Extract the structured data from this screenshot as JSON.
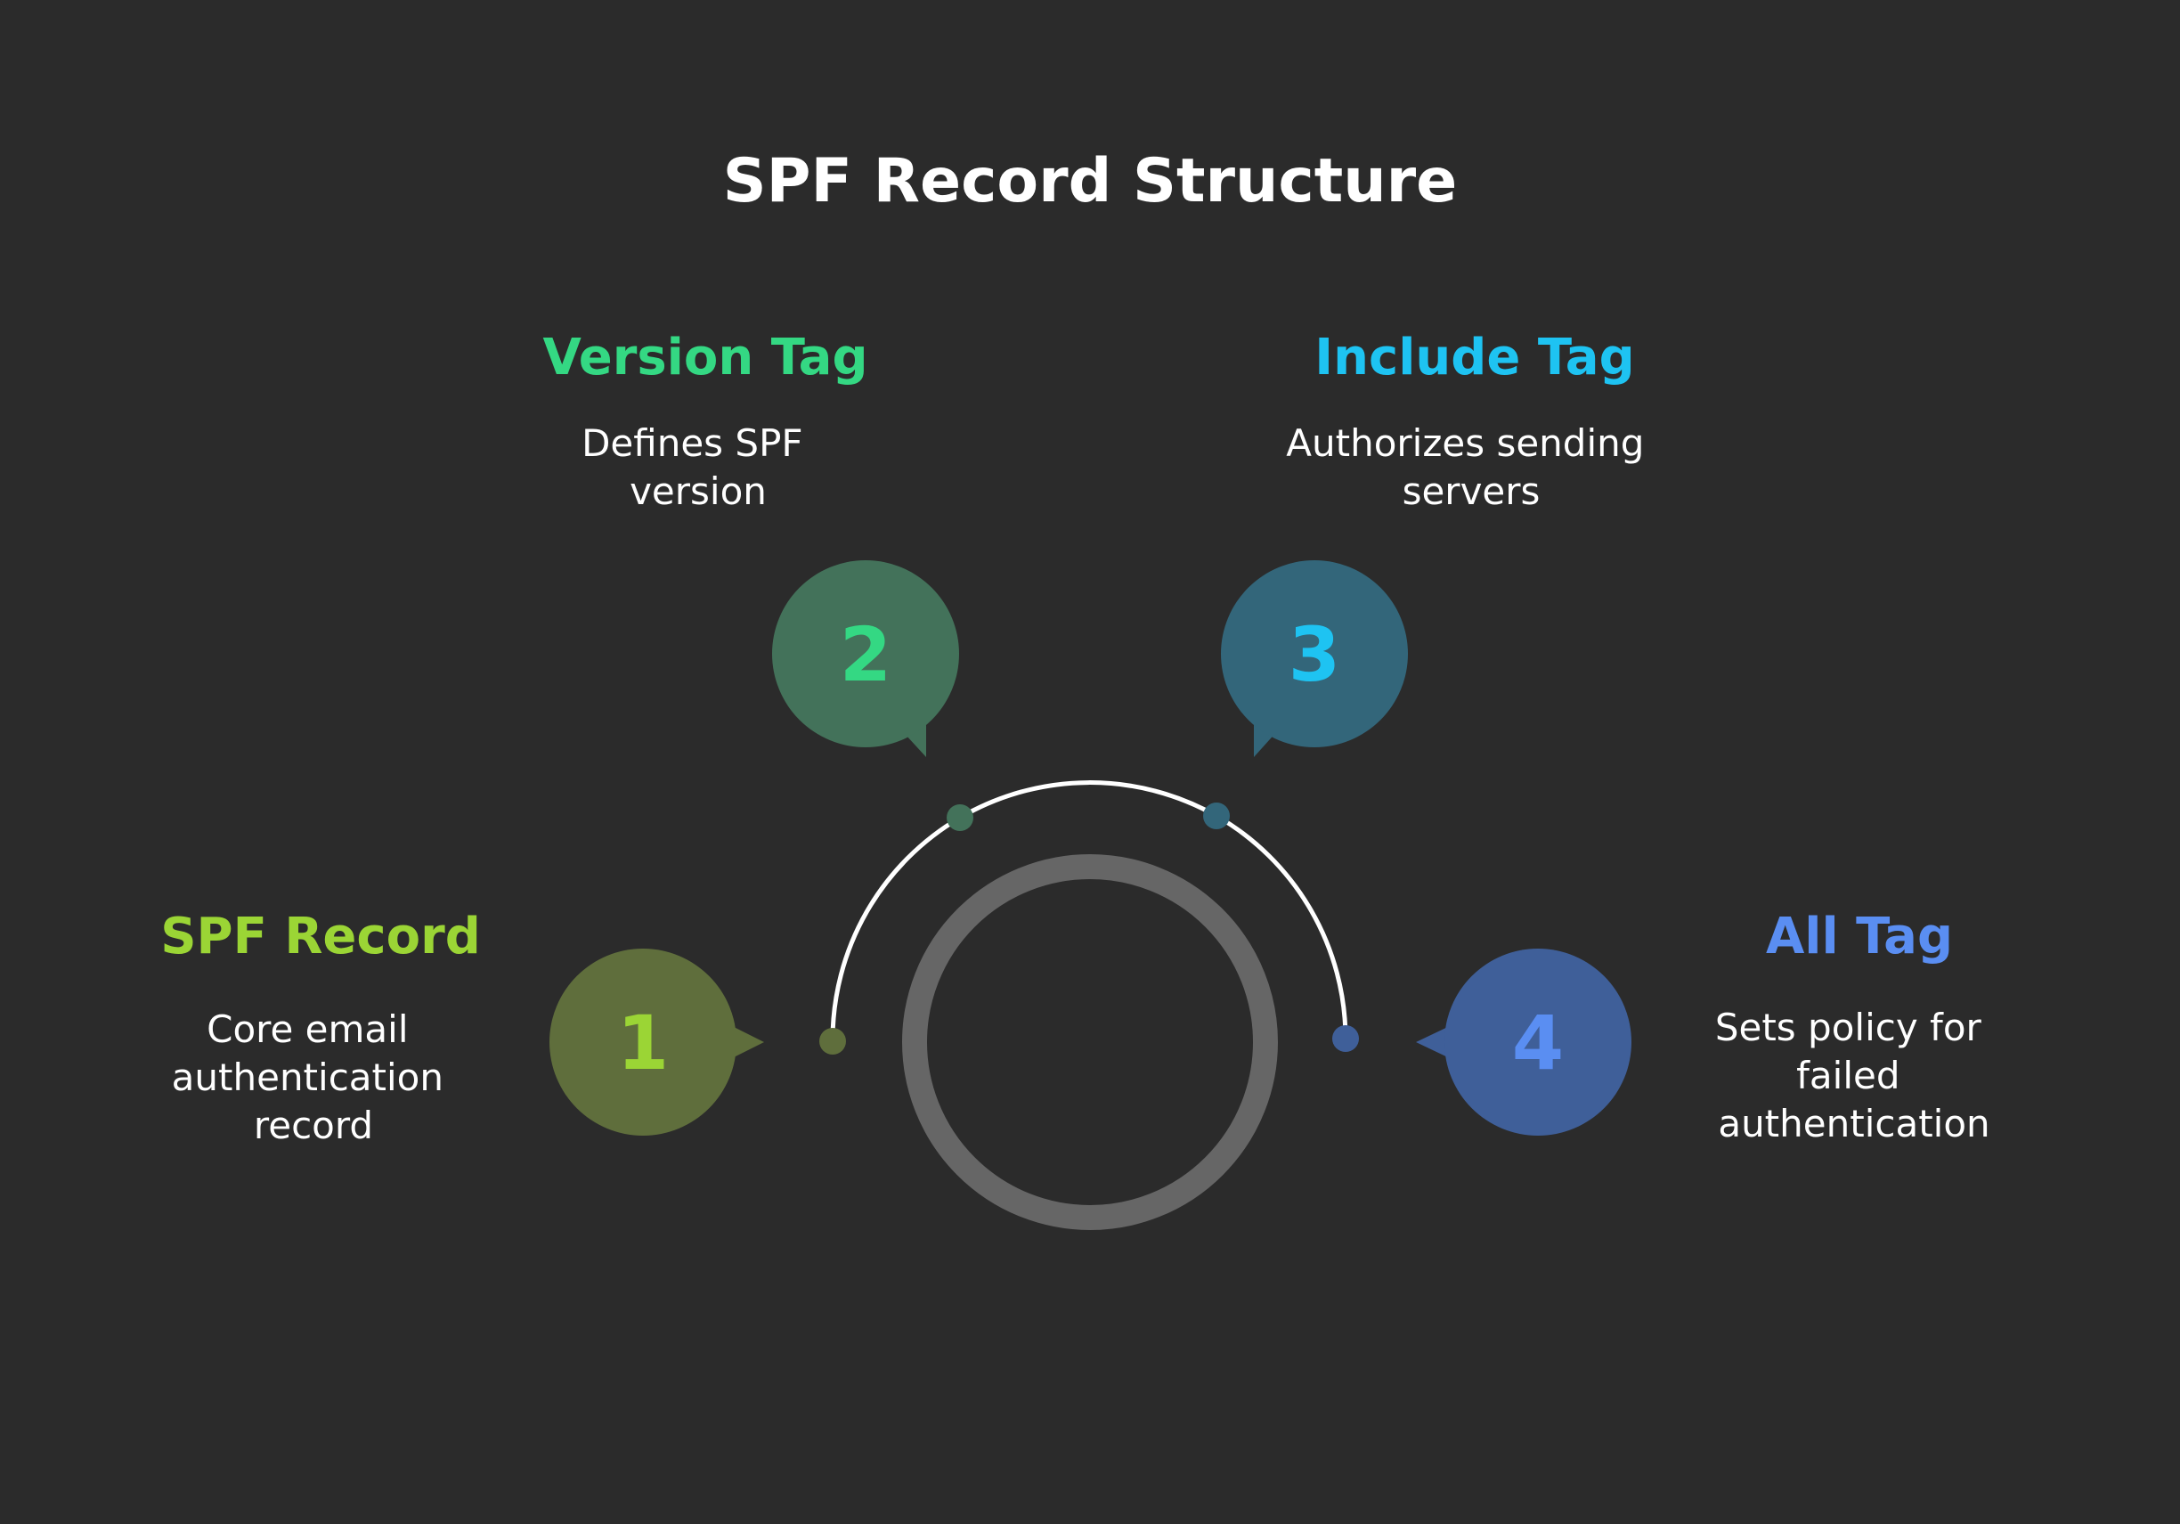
{
  "title": "SPF Record Structure",
  "steps": [
    {
      "number": "1",
      "heading": "SPF Record",
      "description": [
        "Core email",
        "authentication",
        "record"
      ],
      "color": "#9bd535",
      "bubble_color": "#5f6e3c",
      "dot_color": "#5f6e3c"
    },
    {
      "number": "2",
      "heading": "Version Tag",
      "description": [
        "Defines SPF",
        "version"
      ],
      "color": "#34d883",
      "bubble_color": "#43725a",
      "dot_color": "#43725a"
    },
    {
      "number": "3",
      "heading": "Include Tag",
      "description": [
        "Authorizes sending",
        "servers"
      ],
      "color": "#1ec3f2",
      "bubble_color": "#33667a",
      "dot_color": "#33667a"
    },
    {
      "number": "4",
      "heading": "All Tag",
      "description": [
        "Sets policy for",
        "failed",
        "authentication"
      ],
      "color": "#5a8ef2",
      "bubble_color": "#3f5f99",
      "dot_color": "#3f5f99"
    }
  ],
  "colors": {
    "background": "#2b2b2b",
    "arc": "#ffffff",
    "ring": "#666666",
    "text": "#ffffff"
  }
}
